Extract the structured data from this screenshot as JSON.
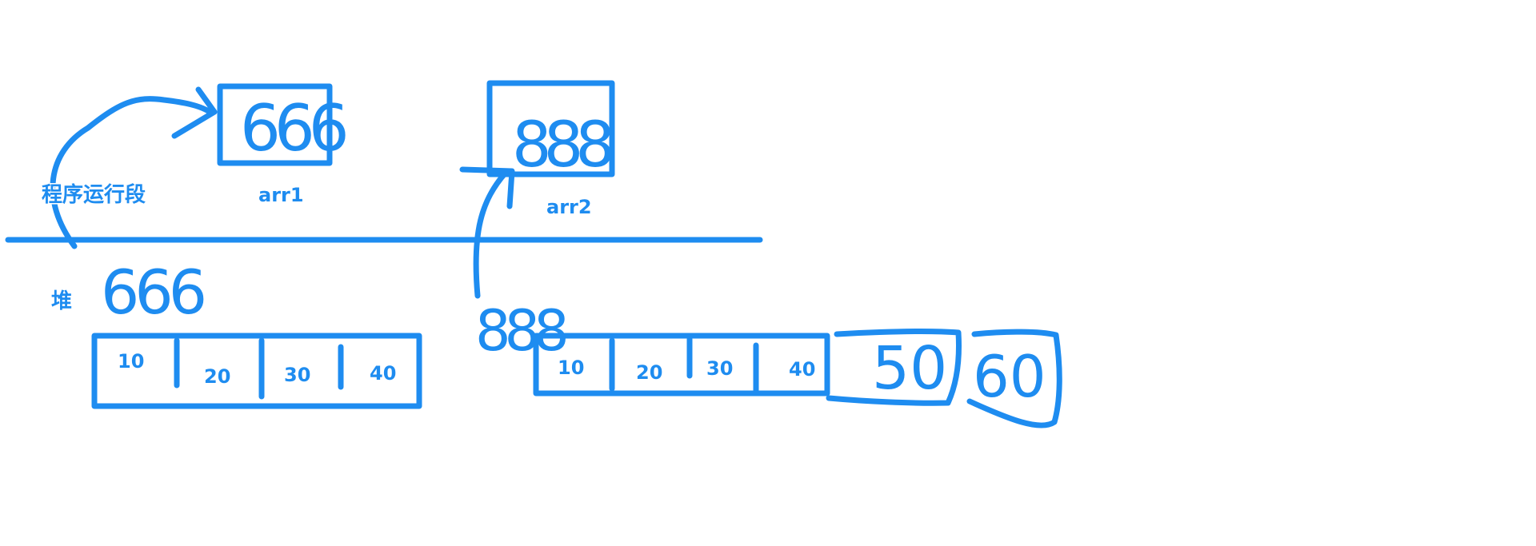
{
  "colors": {
    "ink": "#1E8CF0",
    "background": "#ffffff"
  },
  "labels": {
    "program_segment": "程序运行段",
    "heap": "堆",
    "arr1": "arr1",
    "arr2": "arr2"
  },
  "handwritten": {
    "arr1_value": "666",
    "arr2_value": "888",
    "heap_address_1": "666",
    "heap_address_2": "888",
    "extra_cell_1": "50",
    "extra_cell_2": "60"
  },
  "arrays": {
    "first": [
      "10",
      "20",
      "30",
      "40"
    ],
    "second": [
      "10",
      "20",
      "30",
      "40"
    ]
  }
}
